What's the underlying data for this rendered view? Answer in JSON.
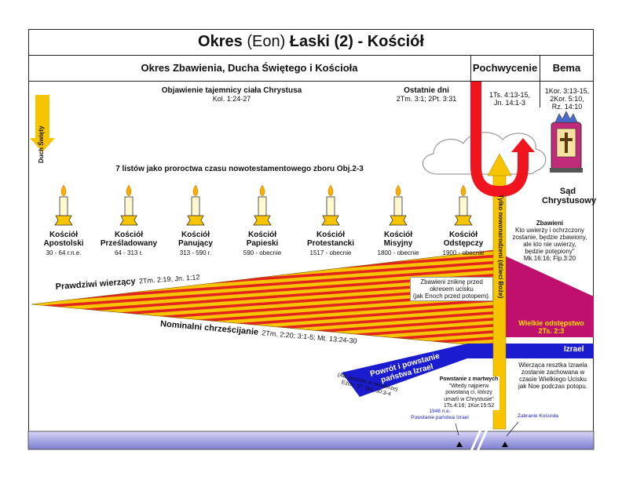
{
  "title": {
    "a": "Okres",
    "b": "(Eon)",
    "c": "Łaski (2) - Kościół"
  },
  "header": {
    "period": "Okres Zbawienia, Ducha Świętego i Kościoła",
    "rapture": "Pochwycenie",
    "bema": "Bema"
  },
  "mystery": {
    "title": "Objawienie tajemnicy ciała Chrystusa",
    "ref": "Kol. 1:24-27"
  },
  "last_days": {
    "title": "Ostatnie dni",
    "ref": "2Tm. 3:1; 2Pt. 3:31"
  },
  "rapture_ref": {
    "l1": "1Ts. 4:13-15,",
    "l2": "Jn. 14:1-3"
  },
  "bema_ref": {
    "l1": "1Kor. 3:13-15,",
    "l2": "2Kor. 5:10,",
    "l3": "Rz. 14:10"
  },
  "holy_spirit": "Duch Święty",
  "judgment": {
    "l1": "Sąd",
    "l2": "Chrystusowy"
  },
  "letters_heading": "7 listów jako proroctwa czasu nowotestamentowego zboru Obj.2-3",
  "churches": [
    {
      "n1": "Kościół",
      "n2": "Apostolski",
      "d": "30 - 64 r.n.e."
    },
    {
      "n1": "Kościół",
      "n2": "Prześladowany",
      "d": "64 - 313 r."
    },
    {
      "n1": "Kościół",
      "n2": "Panujący",
      "d": "313 - 590 r."
    },
    {
      "n1": "Kościół",
      "n2": "Papieski",
      "d": "590 - obecnie"
    },
    {
      "n1": "Kościół",
      "n2": "Protestancki",
      "d": "1517 - obecnie"
    },
    {
      "n1": "Kościół",
      "n2": "Misyjny",
      "d": "1800 - obecnie"
    },
    {
      "n1": "Kościół",
      "n2": "Odstępczy",
      "d": "1900 - obecnie"
    }
  ],
  "reborn": "Tylko nowonarodzeni (dzieci Boże)",
  "saved": {
    "title": "Zbawieni",
    "l1": "Kto uwierzy i ochrzczony",
    "l2": "zostanie, będzie zbawiony,",
    "l3": "ale kto nie uwierzy,",
    "l4": "będzie potępiony\"",
    "l5": "Mk.16:16; Flp.3:20"
  },
  "true_believers": {
    "label": "Prawdziwi wierzący",
    "ref": "2Tm. 2:19, Jn. 1:12"
  },
  "nominal": {
    "label": "Nominalni chrześcijanie",
    "ref": "2Tm. 2:20; 3:1-5; Mt. 13:24-30"
  },
  "vanish": {
    "l1": "Zbawieni zniknę przed",
    "l2": "okresem ucisku",
    "l3": "(jak Enoch przed potopem)."
  },
  "apostasy": {
    "l1": "Wielkie odstępstwo",
    "l2": "2Ts. 2:3"
  },
  "israel": "Izrael",
  "remnant": {
    "l1": "Wierząca resztka Izraela",
    "l2": "zostanie zachowana w",
    "l3": "czasie Wielkiego Ucisku",
    "l4": "jak Noe podczas potopu."
  },
  "return": {
    "l1": "Powrót i powstanie",
    "l2": "państwa Izrael"
  },
  "not_yet": {
    "l1": "(Ale jeszcze w niewierze)",
    "l2": "Ezch. 37; 5M. 30:3-4"
  },
  "resurrection": {
    "title": "Powstanie z martwych",
    "l1": "\"Wtedy najpierw",
    "l2": "powstaną ci, którzy",
    "l3": "umarli w Chrystusie\"",
    "l4": "1Ts.4:16; 1Kor.15:52"
  },
  "y1948": {
    "l1": "1948 n.e.",
    "l2": "Powstanie państwa Izrael"
  },
  "taken": "Zabranie Kościoła",
  "colors": {
    "yellow": "#f7c400",
    "red": "#f0141e",
    "blue": "#1b1bd0",
    "magenta": "#c0106e",
    "timeline": "#b8b8e8"
  }
}
